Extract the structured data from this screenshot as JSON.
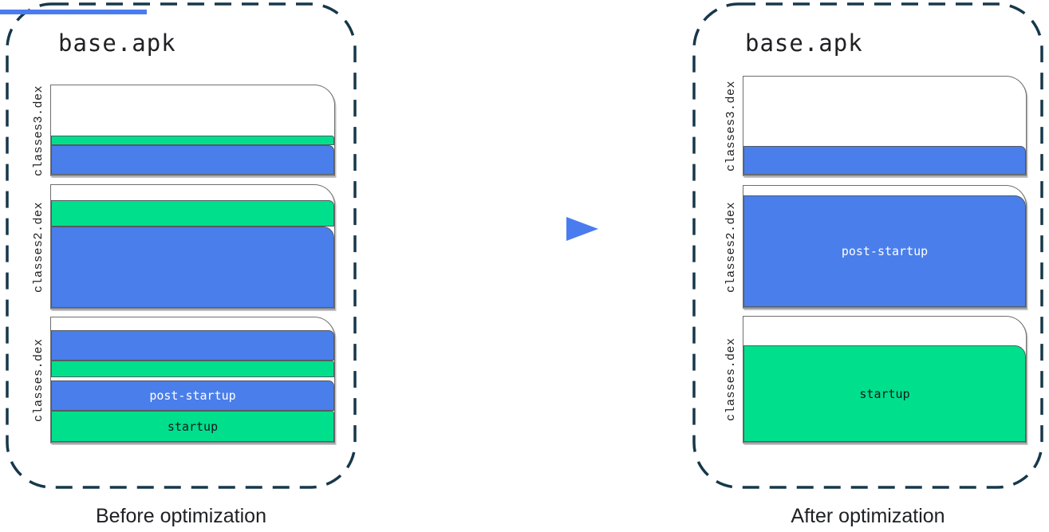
{
  "colors": {
    "blue": "#4A7EEA",
    "green": "#00DF8C",
    "arrow": "#4A7CF0",
    "dash": "#17384A",
    "pageBorder": "#6E6E6E",
    "segBorder": "#545A61"
  },
  "arrow": {
    "icon": "right-arrow"
  },
  "panels": [
    {
      "title": "base.apk",
      "caption": "Before optimization",
      "files": [
        {
          "name": "classes3.dex",
          "segments": [
            {
              "color": "green"
            },
            {
              "color": "blue"
            }
          ]
        },
        {
          "name": "classes2.dex",
          "segments": [
            {
              "color": "green"
            },
            {
              "color": "blue"
            }
          ]
        },
        {
          "name": "classes.dex",
          "segments": [
            {
              "color": "blue"
            },
            {
              "color": "green"
            },
            {
              "color": "blue",
              "label": "post-startup"
            },
            {
              "color": "green",
              "label": "startup"
            }
          ]
        }
      ]
    },
    {
      "title": "base.apk",
      "caption": "After optimization",
      "files": [
        {
          "name": "classes3.dex",
          "segments": [
            {
              "color": "blue"
            }
          ]
        },
        {
          "name": "classes2.dex",
          "segments": [
            {
              "color": "blue",
              "label": "post-startup"
            }
          ]
        },
        {
          "name": "classes.dex",
          "segments": [
            {
              "color": "green",
              "label": "startup"
            }
          ]
        }
      ]
    }
  ]
}
